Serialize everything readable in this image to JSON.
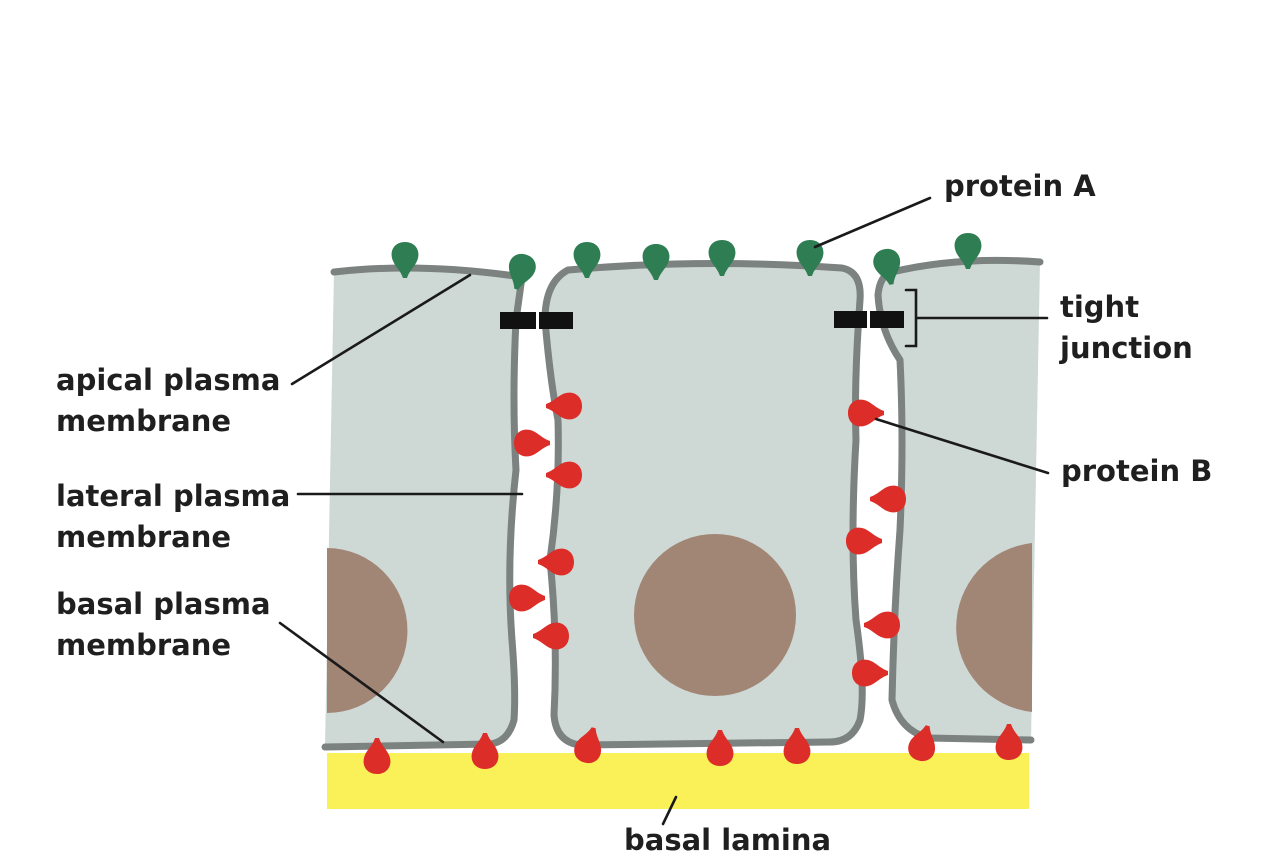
{
  "labels": {
    "protein_a": "protein A",
    "tight_junction": [
      "tight",
      "junction"
    ],
    "apical_membrane": [
      "apical plasma",
      "membrane"
    ],
    "lateral_membrane": [
      "lateral plasma",
      "membrane"
    ],
    "basal_membrane": [
      "basal plasma",
      "membrane"
    ],
    "protein_b": "protein B",
    "basal_lamina": "basal lamina"
  },
  "colors": {
    "cytoplasm": "#ced8d4",
    "membrane": "#7b827f",
    "nucleus": "#a18575",
    "protein_a": "#2f7d52",
    "protein_b": "#dc2d28",
    "basal_lamina": "#faf159",
    "junction": "#111111",
    "text": "#1f1f1f"
  }
}
